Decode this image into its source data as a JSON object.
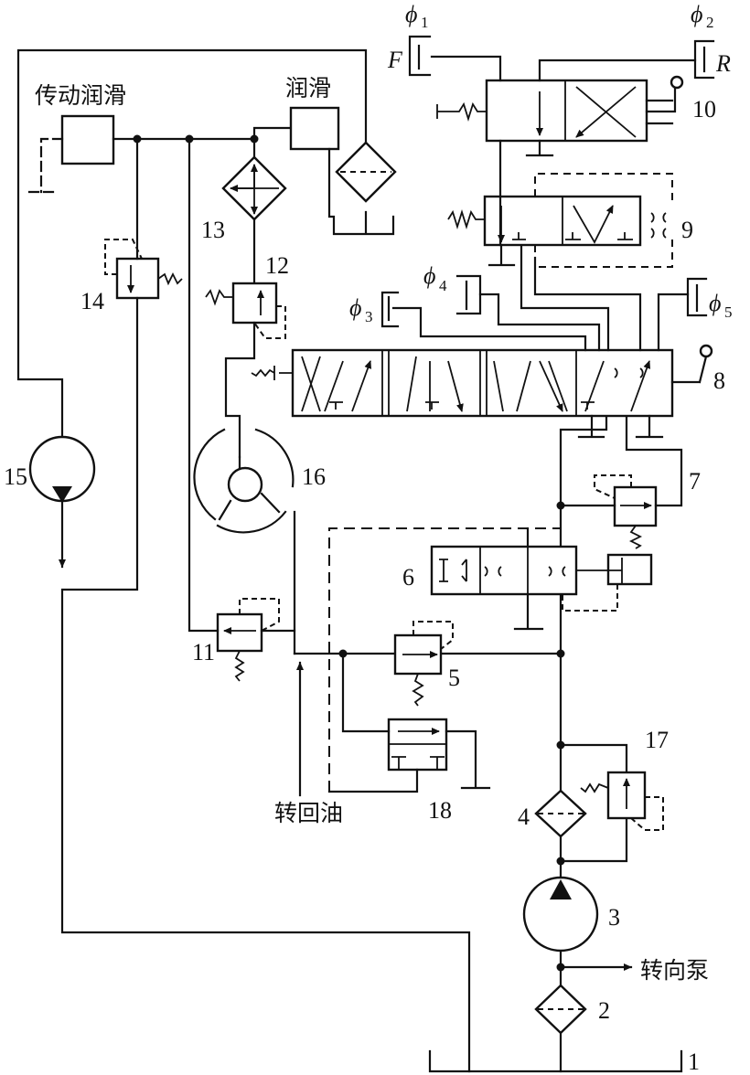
{
  "labels": {
    "transmission_lube": "传动润滑",
    "lube": "润滑",
    "steer_return": "转回油",
    "steer_pump": "转向泵"
  },
  "ports": {
    "phi": "ϕ",
    "phi1_sub": "1",
    "phi2_sub": "2",
    "phi3_sub": "3",
    "phi4_sub": "4",
    "phi5_sub": "5",
    "forward": "F",
    "reverse": "R"
  },
  "components": {
    "c1": "1",
    "c2": "2",
    "c3": "3",
    "c4": "4",
    "c5": "5",
    "c6": "6",
    "c7": "7",
    "c8": "8",
    "c9": "9",
    "c10": "10",
    "c11": "11",
    "c12": "12",
    "c13": "13",
    "c14": "14",
    "c15": "15",
    "c16": "16",
    "c17": "17",
    "c18": "18"
  }
}
